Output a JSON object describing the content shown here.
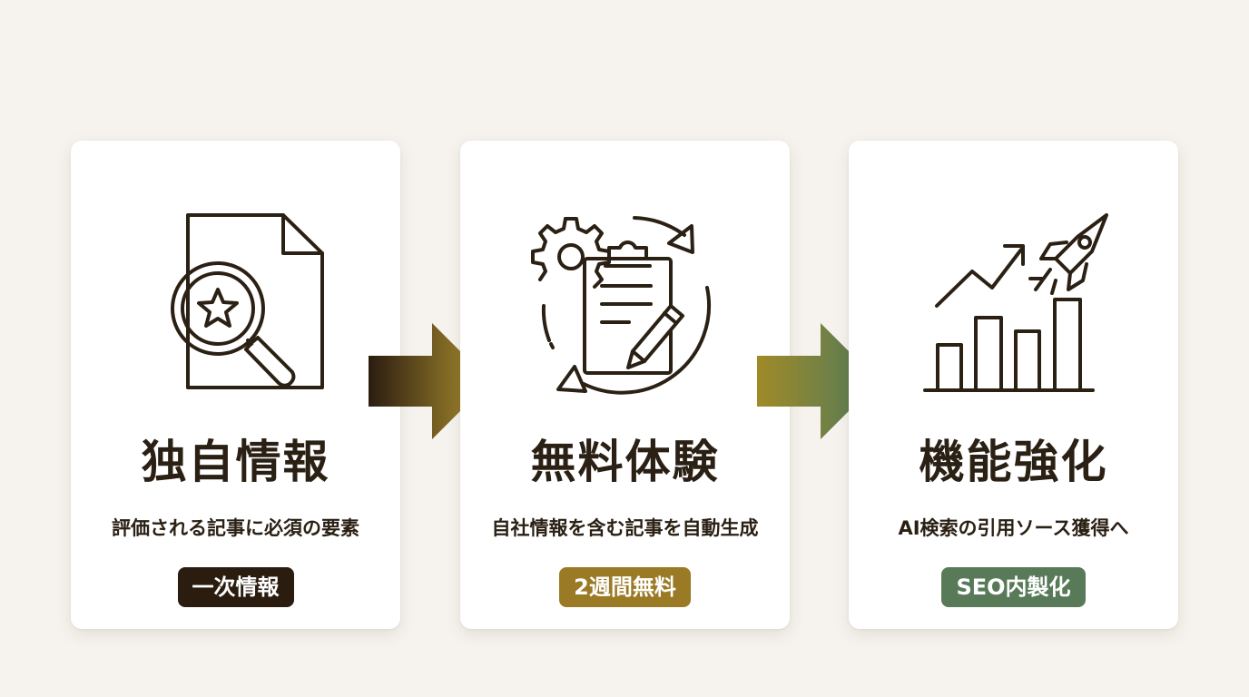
{
  "cards": [
    {
      "title": "独自情報",
      "description": "評価される記事に必須の要素",
      "badge": "一次情報",
      "badge_color": "#2b1c10",
      "icon": "document-search-star-icon"
    },
    {
      "title": "無料体験",
      "description": "自社情報を含む記事を自動生成",
      "badge": "2週間無料",
      "badge_color": "#9a7a24",
      "icon": "clipboard-gear-cycle-icon"
    },
    {
      "title": "機能強化",
      "description": "AI検索の引用ソース獲得へ",
      "badge": "SEO内製化",
      "badge_color": "#587a58",
      "icon": "growth-chart-rocket-icon"
    }
  ],
  "colors": {
    "background": "#f6f3ee",
    "card": "#ffffff",
    "ink": "#2b2014",
    "arrow_1_start": "#2b1c10",
    "arrow_1_end": "#b09430",
    "arrow_2_start": "#a08a28",
    "arrow_2_end": "#4f7a5a"
  }
}
